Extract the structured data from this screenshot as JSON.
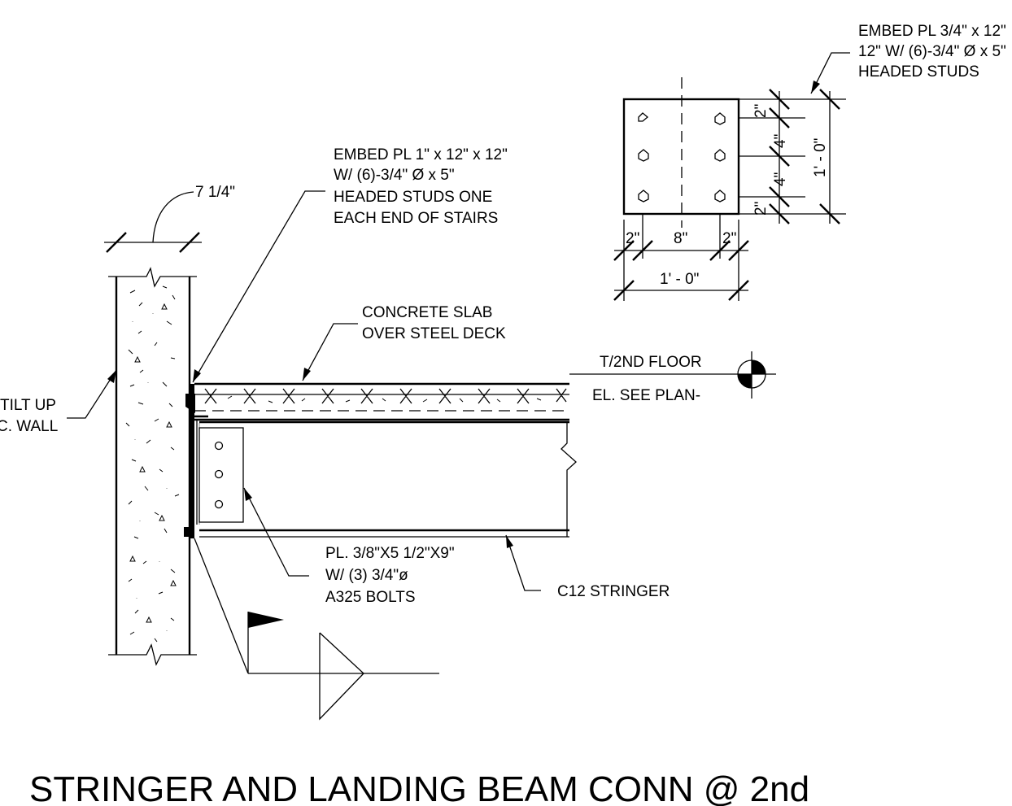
{
  "title": "STRINGER AND LANDING BEAM CONN @ 2nd",
  "notes": {
    "embed_top_1": "EMBED PL 3/4\" x 12\"",
    "embed_top_2": "12\" W/ (6)-3/4\" Ø x 5\"",
    "embed_top_3": "HEADED STUDS",
    "embed_main_1": "EMBED PL 1\" x 12\" x 12\"",
    "embed_main_2": "W/ (6)-3/4\" Ø x 5\"",
    "embed_main_3": "HEADED STUDS ONE",
    "embed_main_4": "EACH END OF STAIRS",
    "slab_1": "CONCRETE SLAB",
    "slab_2": "OVER STEEL DECK",
    "wall_1": "TILT UP",
    "wall_2": "C. WALL",
    "plate_1": "PL. 3/8\"X5 1/2\"X9\"",
    "plate_2": "W/ (3) 3/4\"ø",
    "plate_3": "A325 BOLTS",
    "stringer": "C12 STRINGER",
    "floor_1": "T/2ND FLOOR",
    "floor_2": "EL. SEE PLAN-"
  },
  "dimensions": {
    "wall_thickness": "7 1/4\"",
    "edge_left": "2\"",
    "center": "8\"",
    "edge_right": "2\"",
    "overall_width": "1' - 0\"",
    "edge_top": "2\"",
    "spacing_1": "4\"",
    "spacing_2": "4\"",
    "edge_bottom": "2\"",
    "overall_height": "1' - 0\""
  }
}
